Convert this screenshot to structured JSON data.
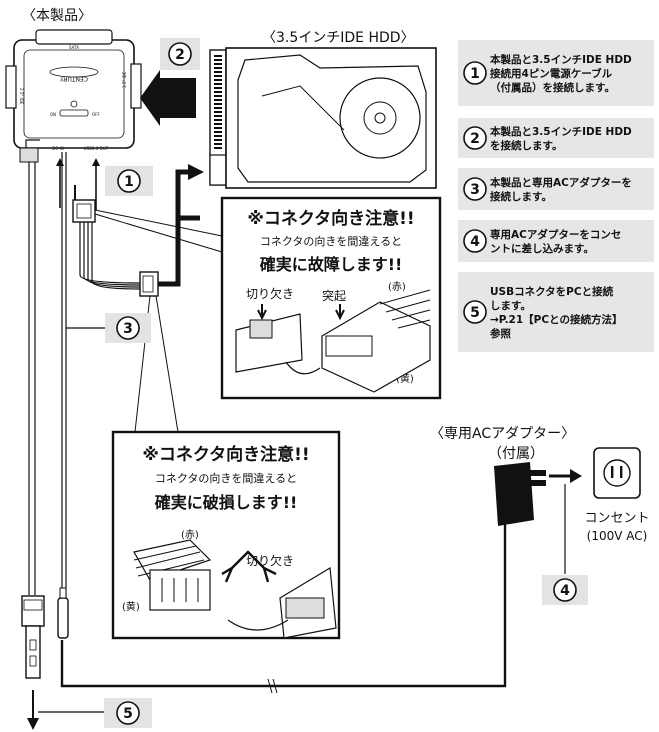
{
  "titles": {
    "product": "〈本製品〉",
    "hdd": "〈3.5インチIDE HDD〉",
    "adapter": "〈専用ACアダプター〉",
    "adapter_sub": "（付属）"
  },
  "device": {
    "brand": "CENTURY",
    "top_label": "SATA",
    "left_label": "2.5\" IDE",
    "right_label": "3.5\" IDE",
    "switch_on": "ON",
    "switch_off": "OFF",
    "bottom_left": "DC-IN",
    "bottom_right": "USB2.0 OUT"
  },
  "outlet": {
    "label": "コンセント",
    "sub": "(100V AC)"
  },
  "callout1": {
    "title": "※コネクタ向き注意!!",
    "line1": "コネクタの向きを間違えると",
    "line2": "確実に故障します!!",
    "notch": "切り欠き",
    "key": "突起",
    "red": "(赤)",
    "yellow": "(黄)"
  },
  "callout2": {
    "title": "※コネクタ向き注意!!",
    "line1": "コネクタの向きを間違えると",
    "line2": "確実に破損します!!",
    "notch": "切り欠き",
    "red": "(赤)",
    "yellow": "(黄)"
  },
  "markers": [
    "1",
    "2",
    "3",
    "4",
    "5"
  ],
  "steps": [
    {
      "num": "1",
      "lines": [
        "本製品と3.5インチIDE HDD",
        "接続用4ピン電源ケーブル",
        "（付属品）を接続します。"
      ]
    },
    {
      "num": "2",
      "lines": [
        "本製品と3.5インチIDE HDD",
        "を接続します。"
      ]
    },
    {
      "num": "3",
      "lines": [
        "本製品と専用ACアダプターを",
        "接続します。"
      ]
    },
    {
      "num": "4",
      "lines": [
        "専用ACアダプターをコンセ",
        "ントに差し込みます。"
      ]
    },
    {
      "num": "5",
      "lines": [
        "USBコネクタをPCと接続",
        "します。",
        "→P.21【PCとの接続方法】",
        "参照"
      ]
    }
  ]
}
